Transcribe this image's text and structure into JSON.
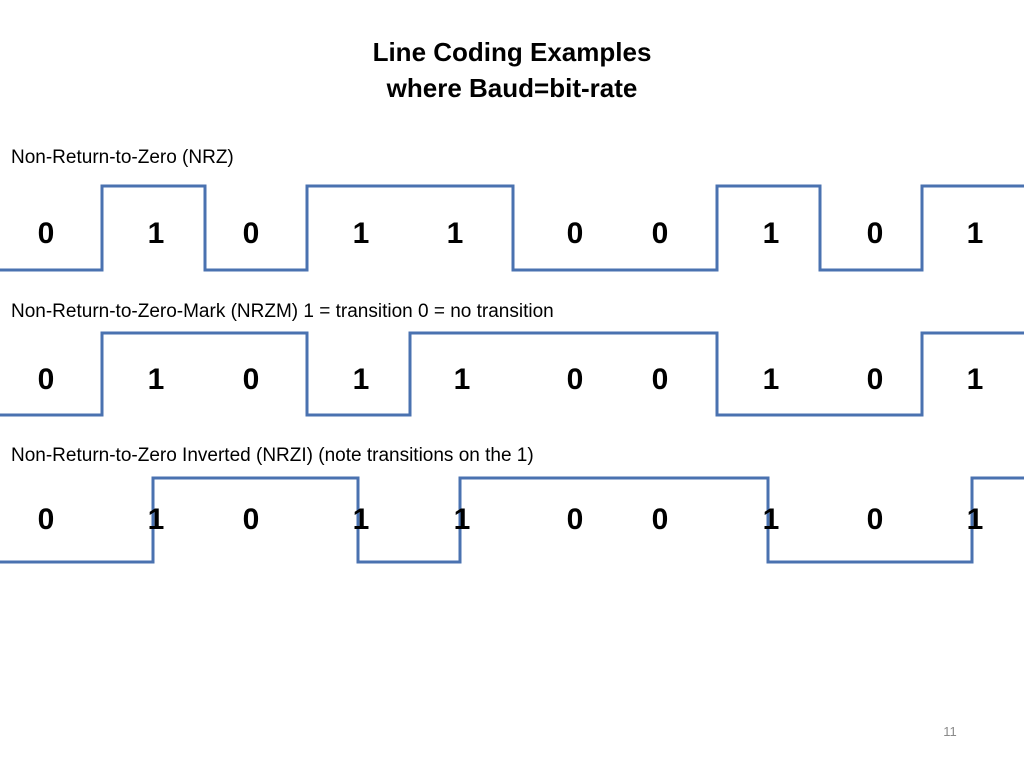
{
  "slide": {
    "title_line1": "Line Coding Examples",
    "title_line2": "where Baud=bit-rate",
    "page_number": "11"
  },
  "colors": {
    "waveform": "#4a72b0",
    "text": "#000000",
    "page_number": "#8a8a8a"
  },
  "bits": [
    "0",
    "1",
    "0",
    "1",
    "1",
    "0",
    "0",
    "1",
    "0",
    "1"
  ],
  "encodings": [
    {
      "id": "nrz",
      "label": "Non-Return-to-Zero (NRZ)",
      "levels": [
        0,
        1,
        0,
        1,
        1,
        0,
        0,
        1,
        0,
        1
      ]
    },
    {
      "id": "nrzm",
      "label": "Non-Return-to-Zero-Mark (NRZM) 1 = transition 0 = no transition",
      "levels": [
        0,
        1,
        1,
        0,
        1,
        1,
        1,
        0,
        0,
        1
      ]
    },
    {
      "id": "nrzi",
      "label": "Non-Return-to-Zero Inverted (NRZI) (note transitions on the 1)",
      "levels": [
        0,
        1,
        1,
        0,
        1,
        1,
        1,
        0,
        0,
        1
      ]
    }
  ]
}
